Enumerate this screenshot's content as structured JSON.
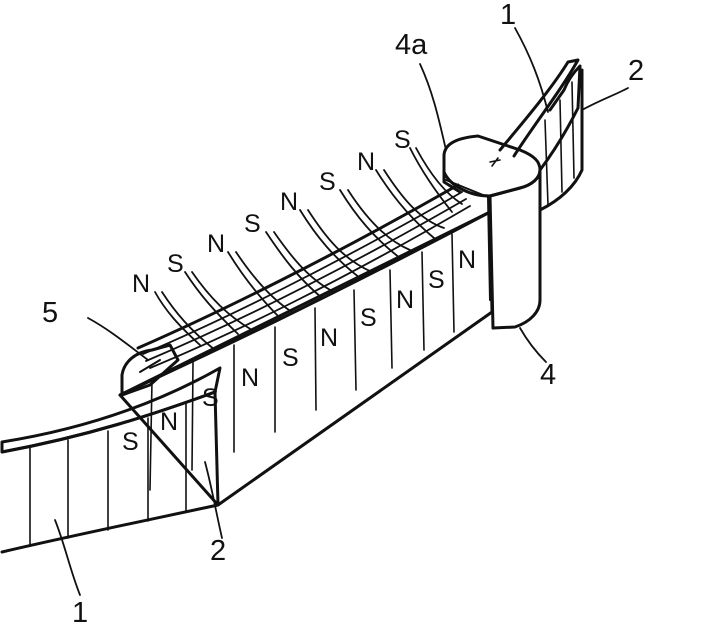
{
  "diagram": {
    "reference_numerals": {
      "guide_4": "4",
      "guide_slot_4a": "4a",
      "member_5": "5",
      "strip_1_bottom": "1",
      "strip_1_top": "1",
      "strip_2_bottom": "2",
      "strip_2_top": "2"
    },
    "upper_pole_labels": [
      "N",
      "S",
      "N",
      "S",
      "N",
      "S",
      "N",
      "S"
    ],
    "side_pole_labels": [
      "S",
      "N",
      "S",
      "N",
      "S",
      "N",
      "S",
      "N",
      "S",
      "N"
    ]
  }
}
